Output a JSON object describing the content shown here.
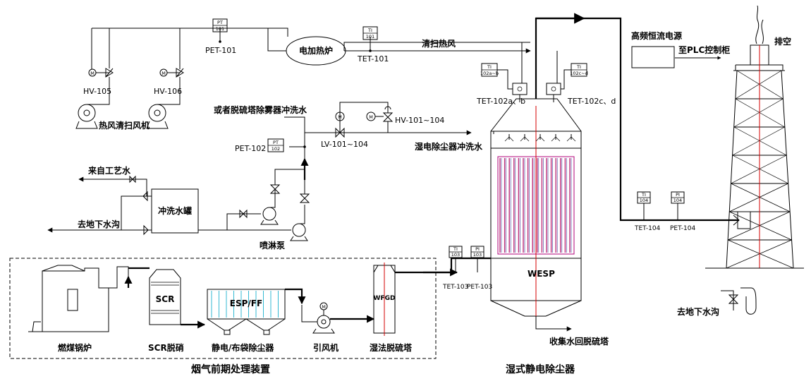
{
  "instruments": {
    "pt101": {
      "top": "PT",
      "bottom": "101"
    },
    "ti101": {
      "top": "TI",
      "bottom": "101"
    },
    "pt102": {
      "top": "PT",
      "bottom": "102"
    },
    "ti102ab": {
      "top": "TI",
      "bottom": "102a~b"
    },
    "ti102cd": {
      "top": "TI",
      "bottom": "102c~d"
    },
    "ti103": {
      "top": "TI",
      "bottom": "103"
    },
    "pi103": {
      "top": "PI",
      "bottom": "103"
    },
    "ti104": {
      "top": "TI",
      "bottom": "104"
    },
    "pi104": {
      "top": "PI",
      "bottom": "104"
    }
  },
  "labels": {
    "pet101": "PET-101",
    "tet101": "TET-101",
    "heater": "电加热炉",
    "purge_air": "清扫热风",
    "hv105": "HV-105",
    "hv106": "HV-106",
    "fan": "热风清扫风机",
    "desulf_wash": "或者脱硫塔除雾器冲洗水",
    "motor": "M",
    "hv101": "HV-101~104",
    "pet102": "PET-102",
    "lv101": "LV-101~104",
    "wesp_wash": "湿电除尘器冲洗水",
    "process_water": "来自工艺水",
    "wash_tank": "冲洗水罐",
    "to_sewer": "去地下水沟",
    "spray_pump": "喷淋泵",
    "tet102ab": "TET-102a、b",
    "tet102cd": "TET-102c、d",
    "hf_power": "高频恒流电源",
    "to_plc": "至PLC控制柜",
    "exhaust": "排空",
    "tet104": "TET-104",
    "pet104": "PET-104",
    "to_sewer_right": "去地下水沟",
    "tet103": "TET-103",
    "pet103": "PET-103",
    "wesp": "WESP",
    "collect_water": "收集水回脱硫塔",
    "wesp_title": "湿式静电除尘器",
    "scr": "SCR",
    "esp_ff": "ESP/FF",
    "wfgd": "WFGD",
    "boiler": "燃煤锅炉",
    "scr_denox": "SCR脱硝",
    "esp_dust": "静电/布袋除尘器",
    "id_fan": "引风机",
    "wet_fgd": "湿法脱硫塔",
    "pretreat_title": "烟气前期处理装置"
  }
}
